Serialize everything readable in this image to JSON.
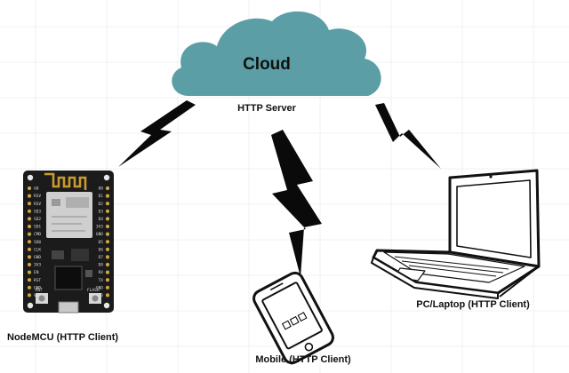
{
  "cloud": {
    "label": "Cloud",
    "role": "HTTP Server"
  },
  "devices": {
    "nodemcu": {
      "label": "NodeMCU (HTTP Client)"
    },
    "mobile": {
      "label": "Mobile (HTTP Client)"
    },
    "laptop": {
      "label": "PC/Laptop (HTTP Client)"
    }
  },
  "board_silkscreen": {
    "left_pins": [
      "A0",
      "RSV",
      "RSV",
      "SD3",
      "SD2",
      "SD1",
      "CMD",
      "SD0",
      "CLK",
      "GND",
      "3V3",
      "EN",
      "RST",
      "GND",
      "Vin"
    ],
    "right_pins": [
      "D0",
      "D1",
      "D2",
      "D3",
      "D4",
      "3V3",
      "GND",
      "D5",
      "D6",
      "D7",
      "D8",
      "RX",
      "TX",
      "GND",
      "3V3"
    ],
    "rst_button": "RST",
    "flash_button": "FLASH"
  },
  "colors": {
    "cloud_fill": "#5b9ea6",
    "cloud_text": "#ffffff",
    "lightning": "#0a0a0a",
    "board": "#1b1b1b",
    "esp_shield": "#cfcfcf",
    "antenna": "#c99a2e"
  },
  "icons": [
    "cloud-icon",
    "lightning-bolt-icon",
    "nodemcu-board-icon",
    "smartphone-icon",
    "laptop-icon"
  ]
}
